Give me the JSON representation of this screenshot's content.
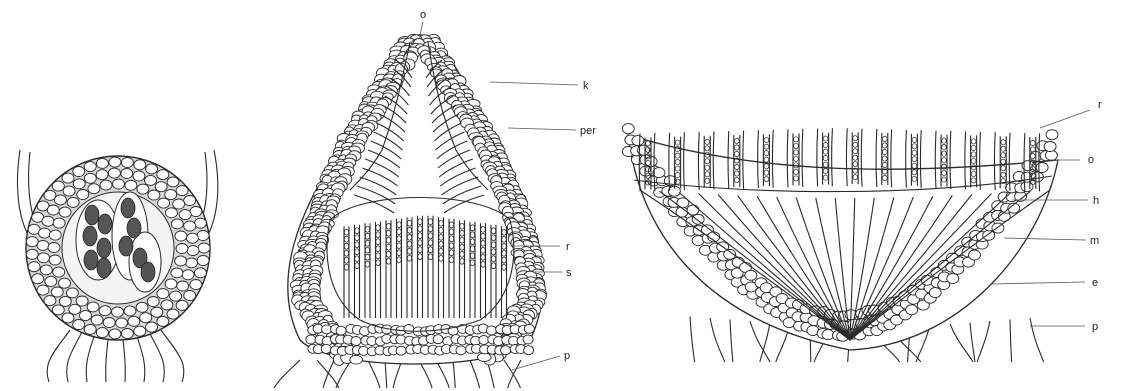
{
  "figures": {
    "cleistothecium": {},
    "perithecium": {
      "labels": [
        "o",
        "k",
        "per",
        "r",
        "s",
        "p"
      ]
    },
    "apothecium": {
      "labels": [
        "r",
        "o",
        "h",
        "m",
        "e",
        "p"
      ]
    }
  }
}
